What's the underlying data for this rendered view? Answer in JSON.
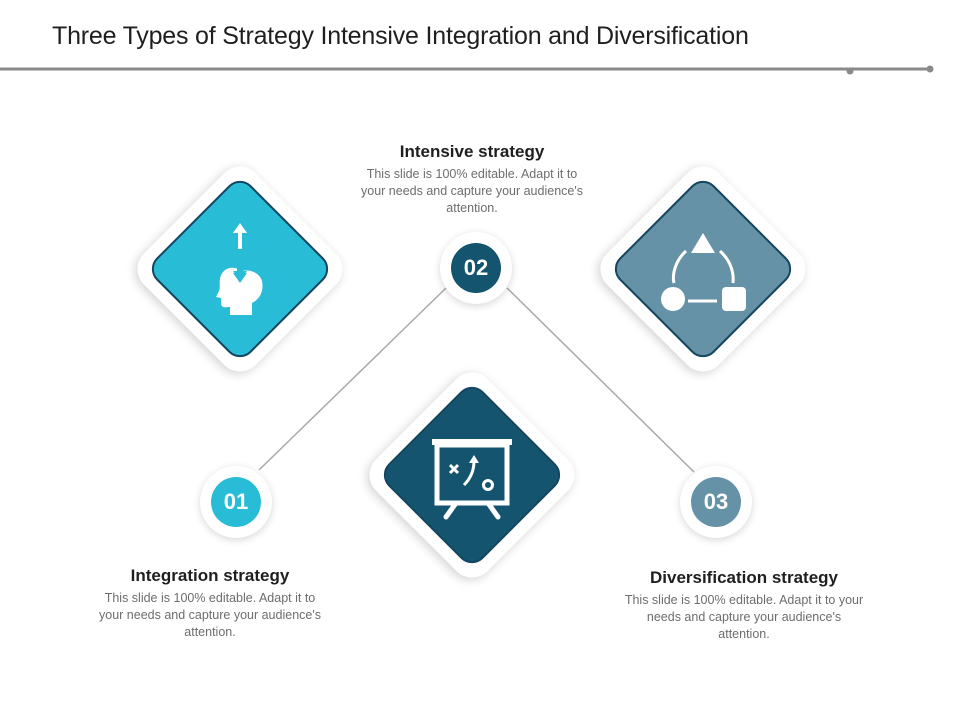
{
  "title": "Three Types of Strategy Intensive Integration and Diversification",
  "colors": {
    "cyan": "#29bcd6",
    "slate": "#6692a8",
    "navy": "#15546f",
    "rule": "#7f7f7f"
  },
  "steps": [
    {
      "number": "01",
      "title": "Integration strategy",
      "description": "This slide is 100% editable. Adapt it to your needs and capture your audience's attention.",
      "icon": "head-arrows-icon"
    },
    {
      "number": "02",
      "title": "Intensive strategy",
      "description": "This slide is 100% editable. Adapt it to your needs and capture your audience's attention.",
      "icon": "presentation-board-icon"
    },
    {
      "number": "03",
      "title": "Diversification strategy",
      "description": "This slide is 100% editable. Adapt it to your needs and capture your audience's attention.",
      "icon": "shapes-cycle-icon"
    }
  ]
}
